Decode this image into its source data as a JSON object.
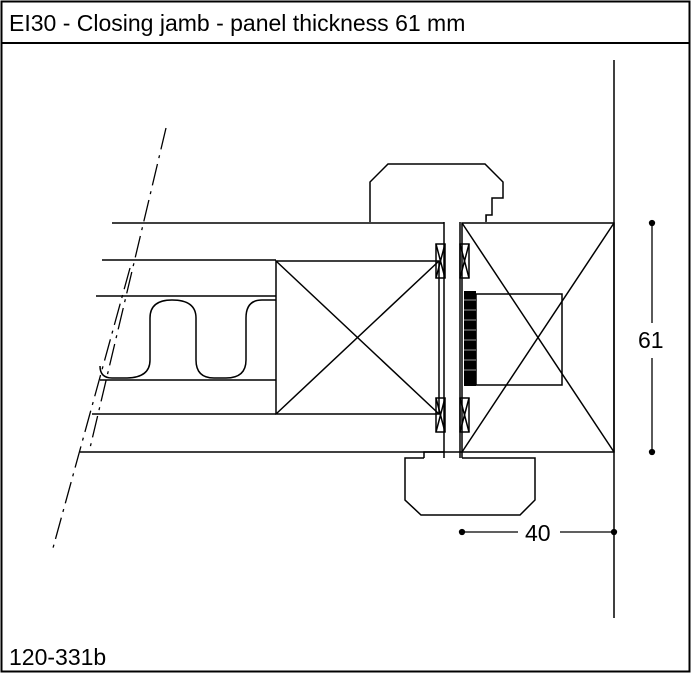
{
  "title": "EI30 - Closing jamb - panel thickness 61 mm",
  "drawing_code": "120-331b",
  "dimensions": {
    "thickness_label": "61",
    "depth_label": "40"
  },
  "colors": {
    "line": "#000000",
    "background": "#ffffff"
  }
}
